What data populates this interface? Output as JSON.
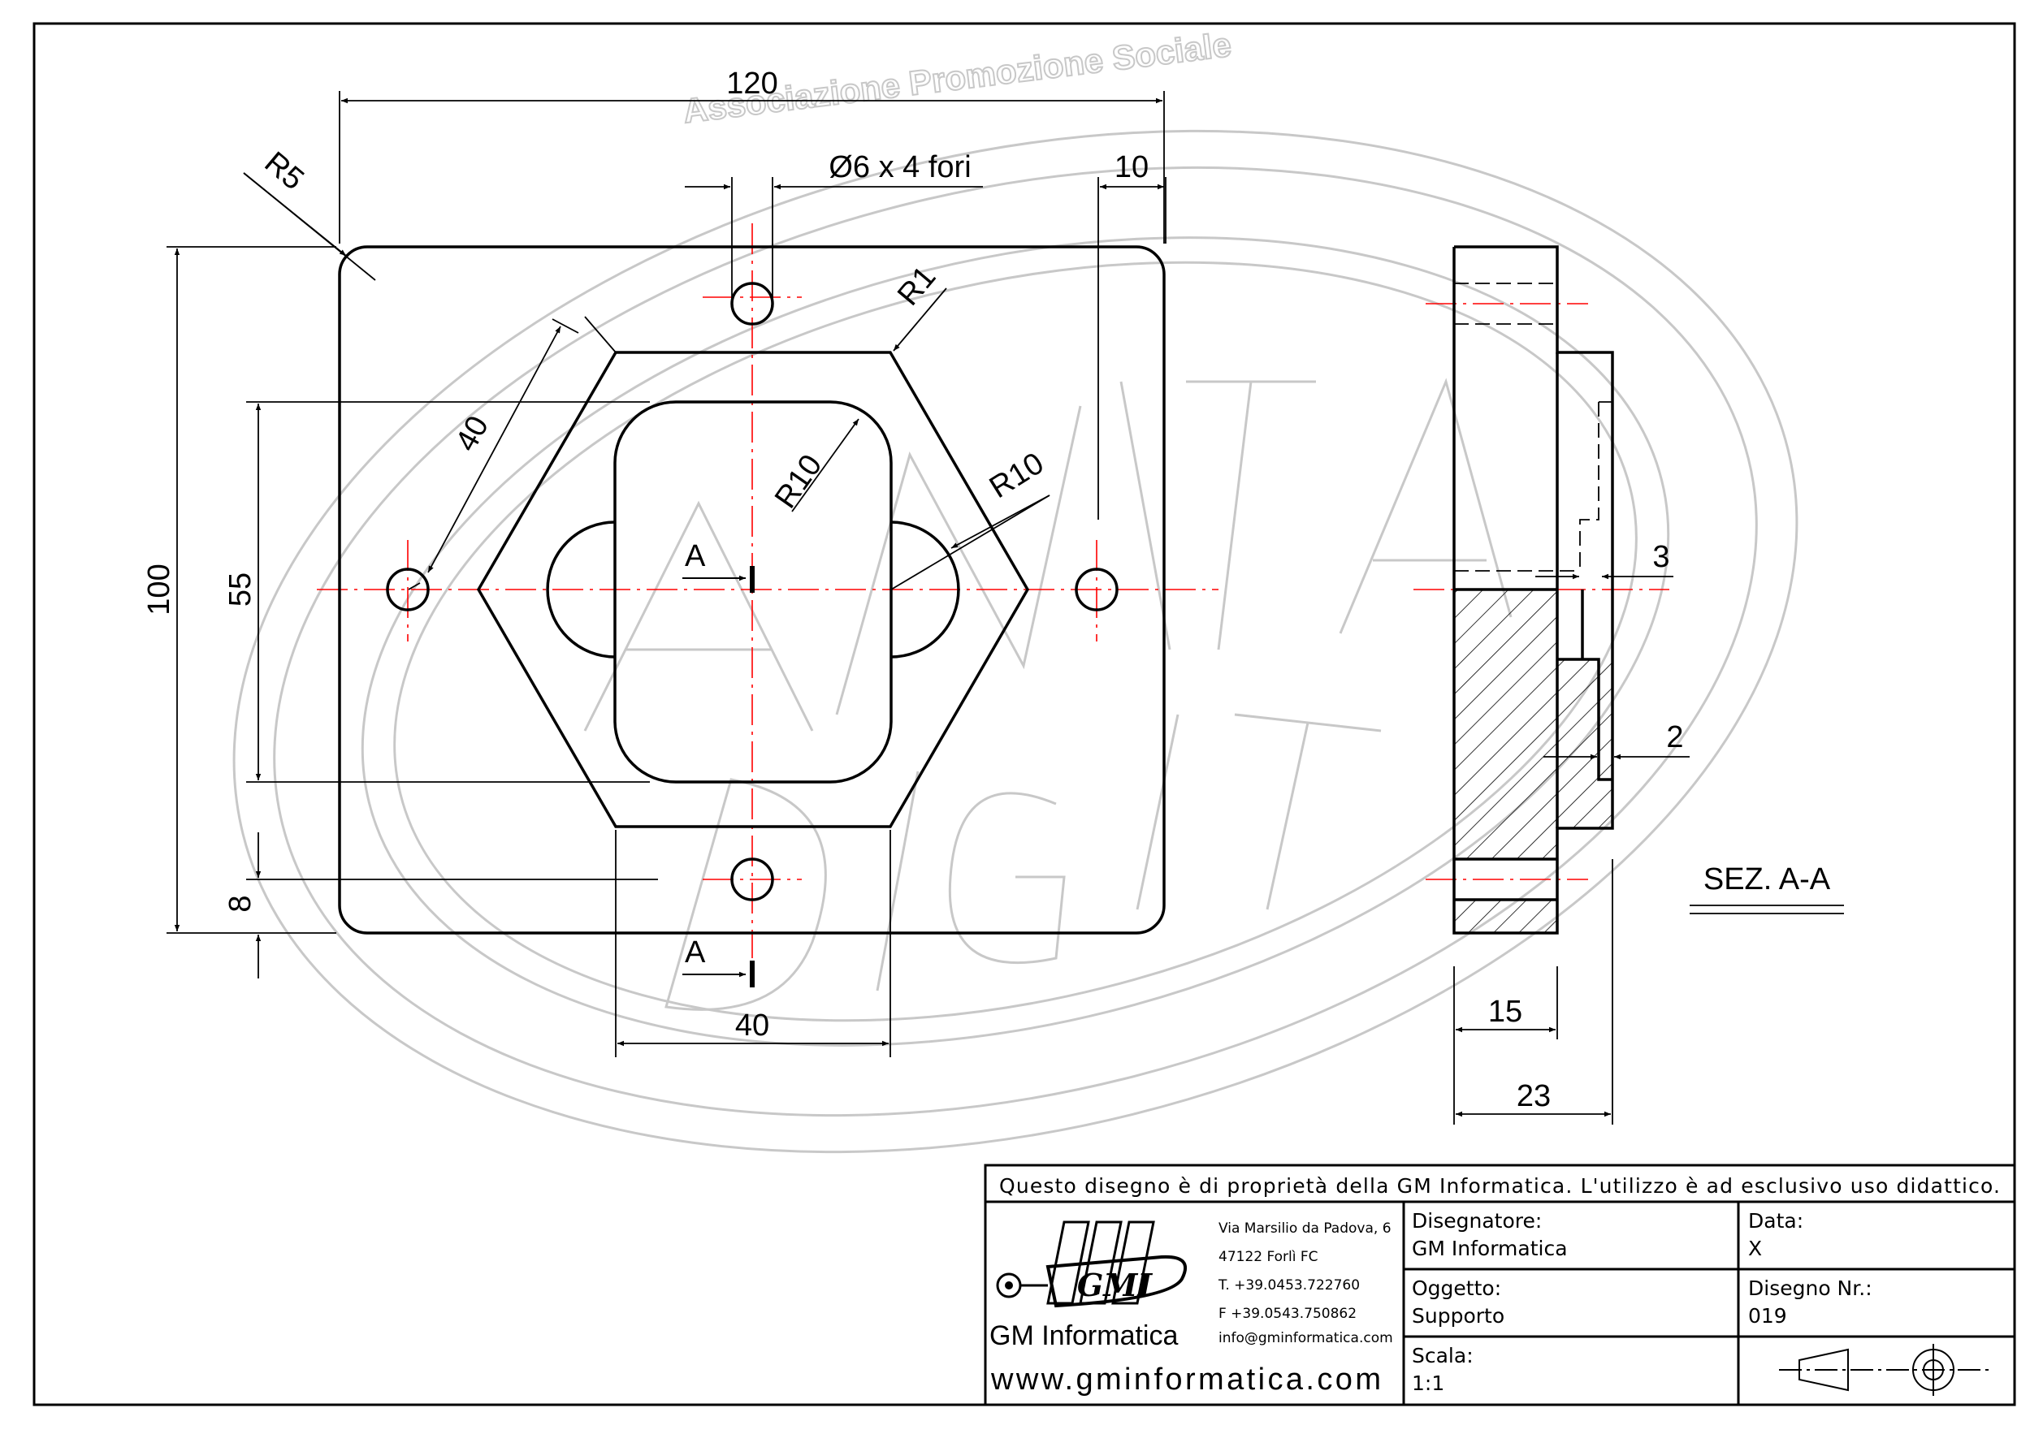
{
  "dimensions": {
    "width_120": "120",
    "height_100": "100",
    "hole_diameter": "Ø6 x 4 fori",
    "edge_10": "10",
    "corner_r5": "R5",
    "corner_r1": "R1",
    "radius_r10_a": "R10",
    "radius_r10_b": "R10",
    "diag_40": "40",
    "height_55": "55",
    "offset_8": "8",
    "bottom_40": "40",
    "section_mark_top": "A",
    "section_mark_bottom": "A",
    "step_3": "3",
    "step_2": "2",
    "thick_15": "15",
    "thick_23": "23",
    "section_label": "SEZ. A-A"
  },
  "watermark": {
    "text": "Associazione Promozione Sociale"
  },
  "title_block": {
    "notice": "Questo disegno è di proprietà della GM Informatica. L'utilizzo è ad esclusivo uso didattico.",
    "company_name": "GM Informatica",
    "website": "www.gminformatica.com",
    "logo_text": "GMI",
    "address_lines": [
      "Via Marsilio da Padova, 6",
      "47122  Forlì  FC",
      "T. +39.0453.722760",
      "F +39.0543.750862",
      "info@gminformatica.com"
    ],
    "designer_label": "Disegnatore:",
    "designer_value": "GM  Informatica",
    "date_label": "Data:",
    "date_value": "X",
    "object_label": "Oggetto:",
    "object_value": "Supporto",
    "drawing_no_label": "Disegno  Nr.:",
    "drawing_no_value": "019",
    "scale_label": "Scala:",
    "scale_value": "1:1"
  },
  "colors": {
    "line": "#000000",
    "centerline": "#ff0000",
    "watermark": "#c8c8c8"
  }
}
